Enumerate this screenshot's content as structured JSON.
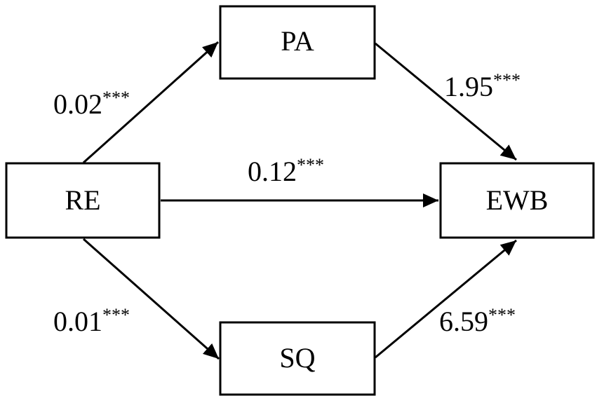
{
  "nodes": {
    "pa": "PA",
    "re": "RE",
    "ewb": "EWB",
    "sq": "SQ"
  },
  "paths": {
    "re_pa": {
      "coefficient": "0.02",
      "significance": "***"
    },
    "pa_ewb": {
      "coefficient": "1.95",
      "significance": "***"
    },
    "re_ewb": {
      "coefficient": "0.12",
      "significance": "***"
    },
    "re_sq": {
      "coefficient": "0.01",
      "significance": "***"
    },
    "sq_ewb": {
      "coefficient": "6.59",
      "significance": "***"
    }
  },
  "colors": {
    "stroke": "#000000",
    "fill": "#ffffff"
  }
}
